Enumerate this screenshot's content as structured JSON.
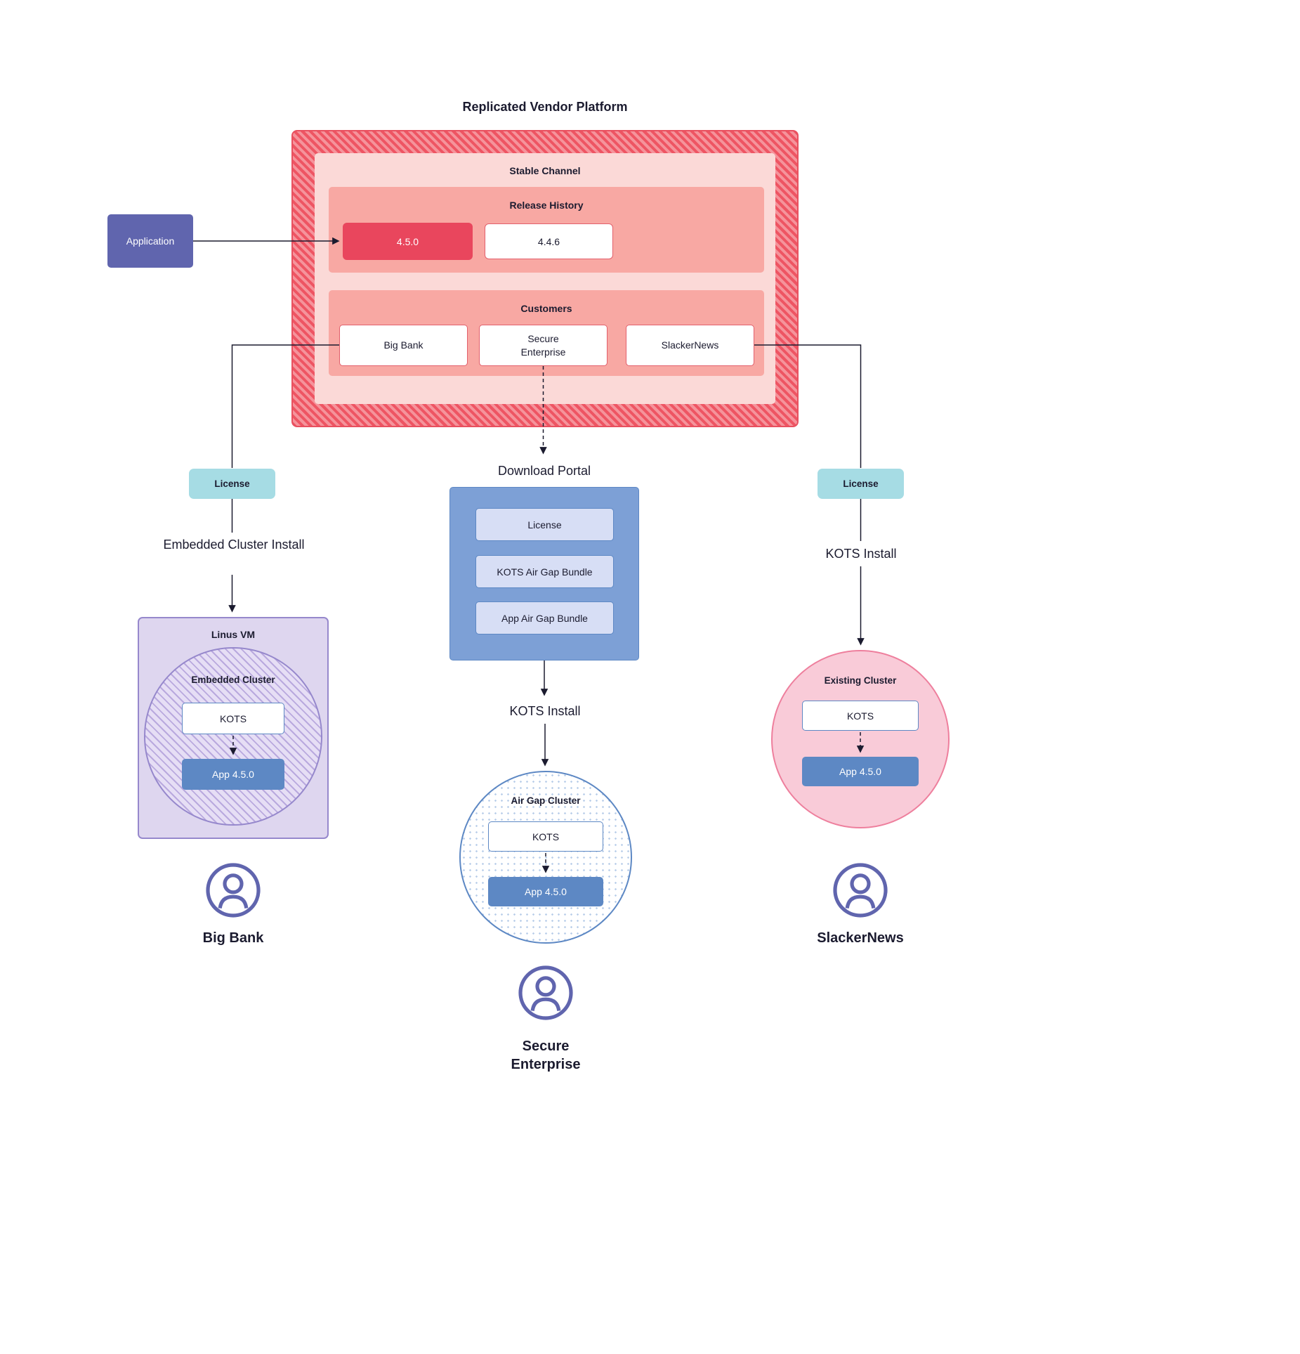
{
  "title": "Replicated Vendor Platform",
  "application": {
    "label": "Application"
  },
  "platform": {
    "channel_label": "Stable Channel",
    "release_history": {
      "label": "Release History",
      "current_release": "4.5.0",
      "previous_release": "4.4.6"
    },
    "customers": {
      "label": "Customers",
      "big_bank": "Big Bank",
      "secure_enterprise": "Secure Enterprise",
      "slackernews": "SlackerNews"
    }
  },
  "big_bank_flow": {
    "license_label": "License",
    "install_label": "Embedded Cluster Install",
    "vm_label": "Linus VM",
    "cluster_label": "Embedded Cluster",
    "kots_label": "KOTS",
    "app_label": "App 4.5.0",
    "persona_label": "Big Bank"
  },
  "secure_enterprise_flow": {
    "portal_label": "Download Portal",
    "portal_items": {
      "license": "License",
      "kots_bundle": "KOTS Air Gap Bundle",
      "app_bundle": "App Air Gap Bundle"
    },
    "install_label": "KOTS Install",
    "cluster_label": "Air Gap Cluster",
    "kots_label": "KOTS",
    "app_label": "App 4.5.0",
    "persona_label": "Secure Enterprise"
  },
  "slackernews_flow": {
    "license_label": "License",
    "install_label": "KOTS Install",
    "cluster_label": "Existing Cluster",
    "kots_label": "KOTS",
    "app_label": "App 4.5.0",
    "persona_label": "SlackerNews"
  },
  "colors": {
    "platform_red": "#ee5563",
    "platform_red_light": "#f5939b",
    "platform_border": "#e8505f",
    "channel_pink": "#fbd9d7",
    "panel_salmon": "#f8a8a3",
    "release_highlight": "#e9465d",
    "red_border": "#e2606c",
    "application_purple": "#6065ae",
    "license_teal": "#a6dce4",
    "portal_blue": "#7da0d6",
    "portal_item_bg": "#d7def5",
    "app_blue": "#5d88c4",
    "vm_bg": "#ded6ef",
    "vm_border": "#9688cc",
    "vm_hatch": "#b9a9de",
    "vm_hatch_light": "#e6def5",
    "existing_bg": "#f9cbd8",
    "existing_border": "#ee7f9d",
    "dots_blue": "#bcd0ea",
    "persona_purple": "#6065ae",
    "text_dark": "#1b1b2f"
  }
}
